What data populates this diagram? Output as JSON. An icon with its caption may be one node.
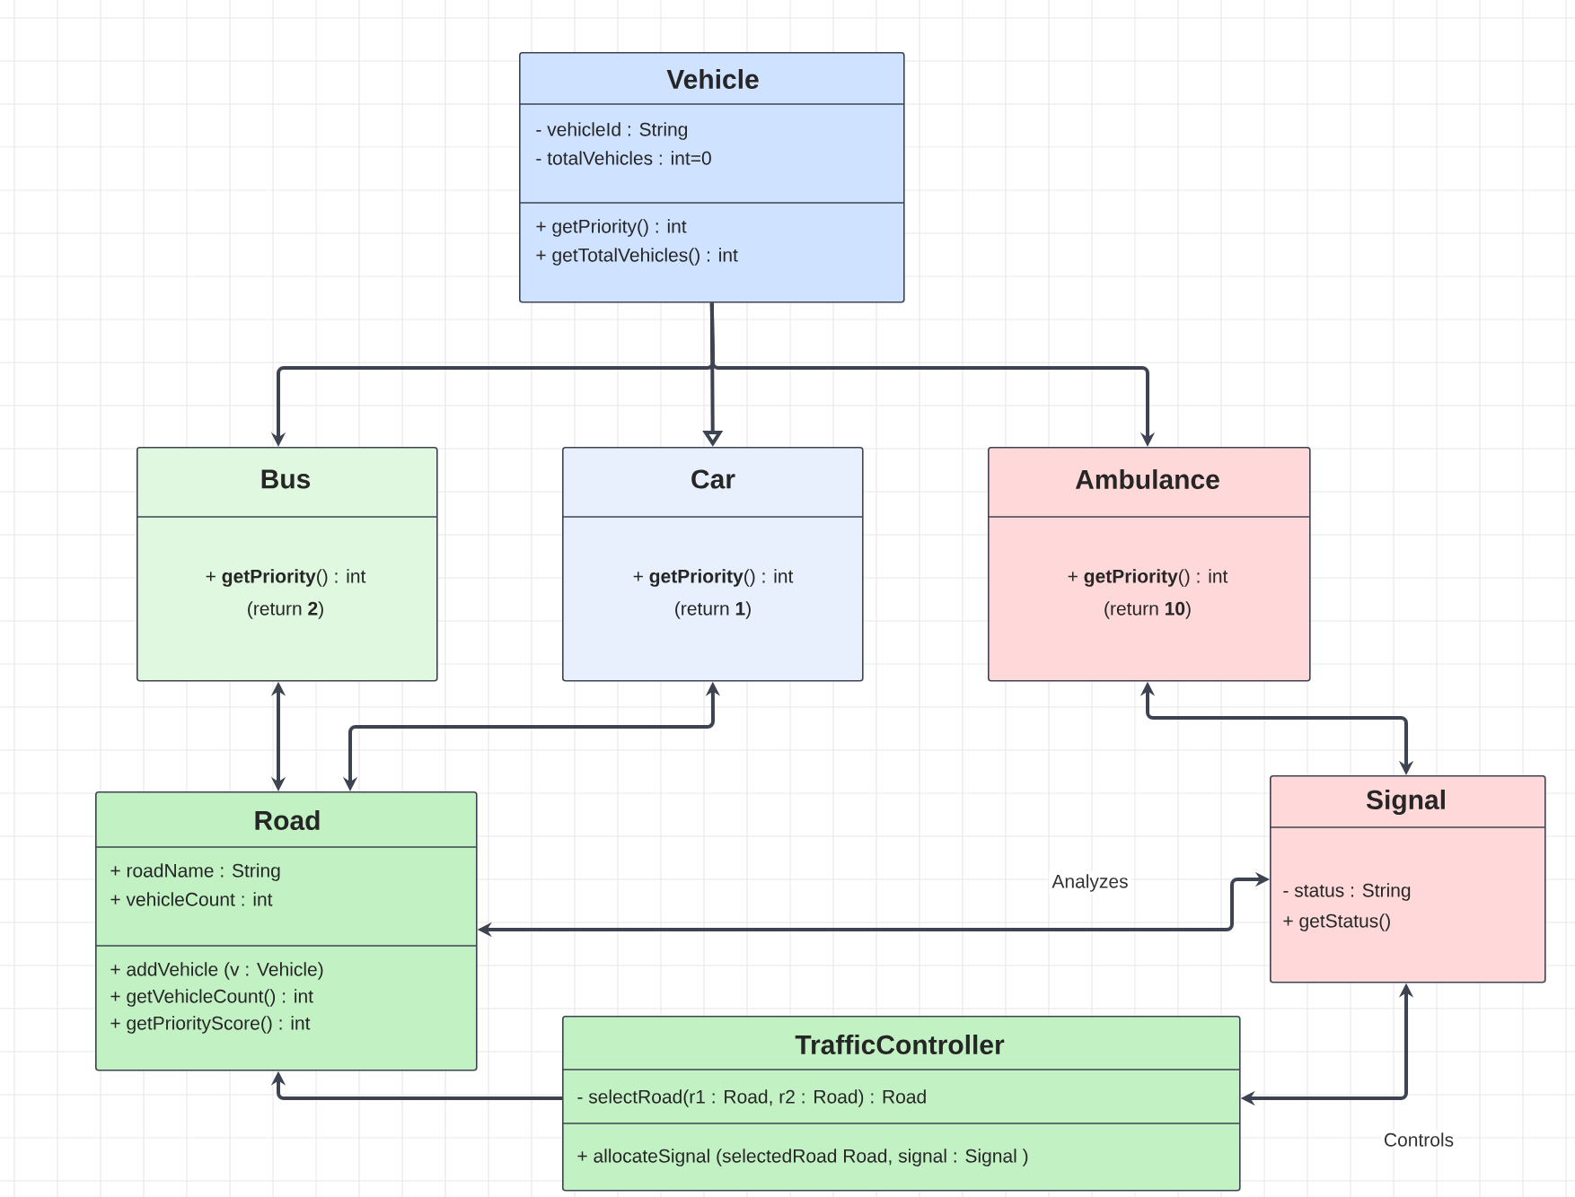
{
  "diagram": {
    "nodes": [
      {
        "text": [
          "Vehicle",
          "- vehicleId : String",
          "- totalVehicles : int=0",
          "+ getPriority() : int",
          "+ getTotalVehicles() : int"
        ]
      },
      {
        "text": [
          "Bus",
          "+ **getPriority**() : int",
          "(return **2**)"
        ]
      },
      {
        "text": [
          "Car",
          "+ **getPriority**() : int",
          "(return **1**)"
        ]
      },
      {
        "text": [
          "Ambulance",
          "+ **getPriority**() : int",
          "(return **10**)"
        ]
      },
      {
        "text": [
          "Road",
          "+ roadName : String",
          "+ vehicleCount : int",
          "+ addVehicle (v : Vehicle)",
          "+ getVehicleCount() : int",
          "+ getPriorityScore() : int"
        ]
      },
      {
        "text": [
          "Signal",
          "- status : String",
          "+ getStatus()"
        ]
      },
      {
        "text": [
          "TrafficController",
          "- selectRoad(r1 :  Road, r2 : Road)  :  Road",
          "+ allocateSignal (selectedRoad Road, signal : Signal )"
        ]
      }
    ],
    "edges": [
      {
        "from": 0,
        "to": 1,
        "arrow": "to"
      },
      {
        "from": 0,
        "to": 2,
        "arrow": "to"
      },
      {
        "from": 0,
        "to": 3,
        "arrow": "to"
      },
      {
        "from": 1,
        "to": 4,
        "arrow": "both"
      },
      {
        "from": 2,
        "to": 4,
        "arrow": "both"
      },
      {
        "from": 3,
        "to": 5,
        "arrow": "both"
      },
      {
        "from": 4,
        "to": 5,
        "arrow": "both",
        "label": "Analyzes"
      },
      {
        "from": 6,
        "to": 4,
        "arrow": "to"
      },
      {
        "from": 5,
        "to": 6,
        "arrow": "both",
        "label": "Controls"
      }
    ]
  }
}
